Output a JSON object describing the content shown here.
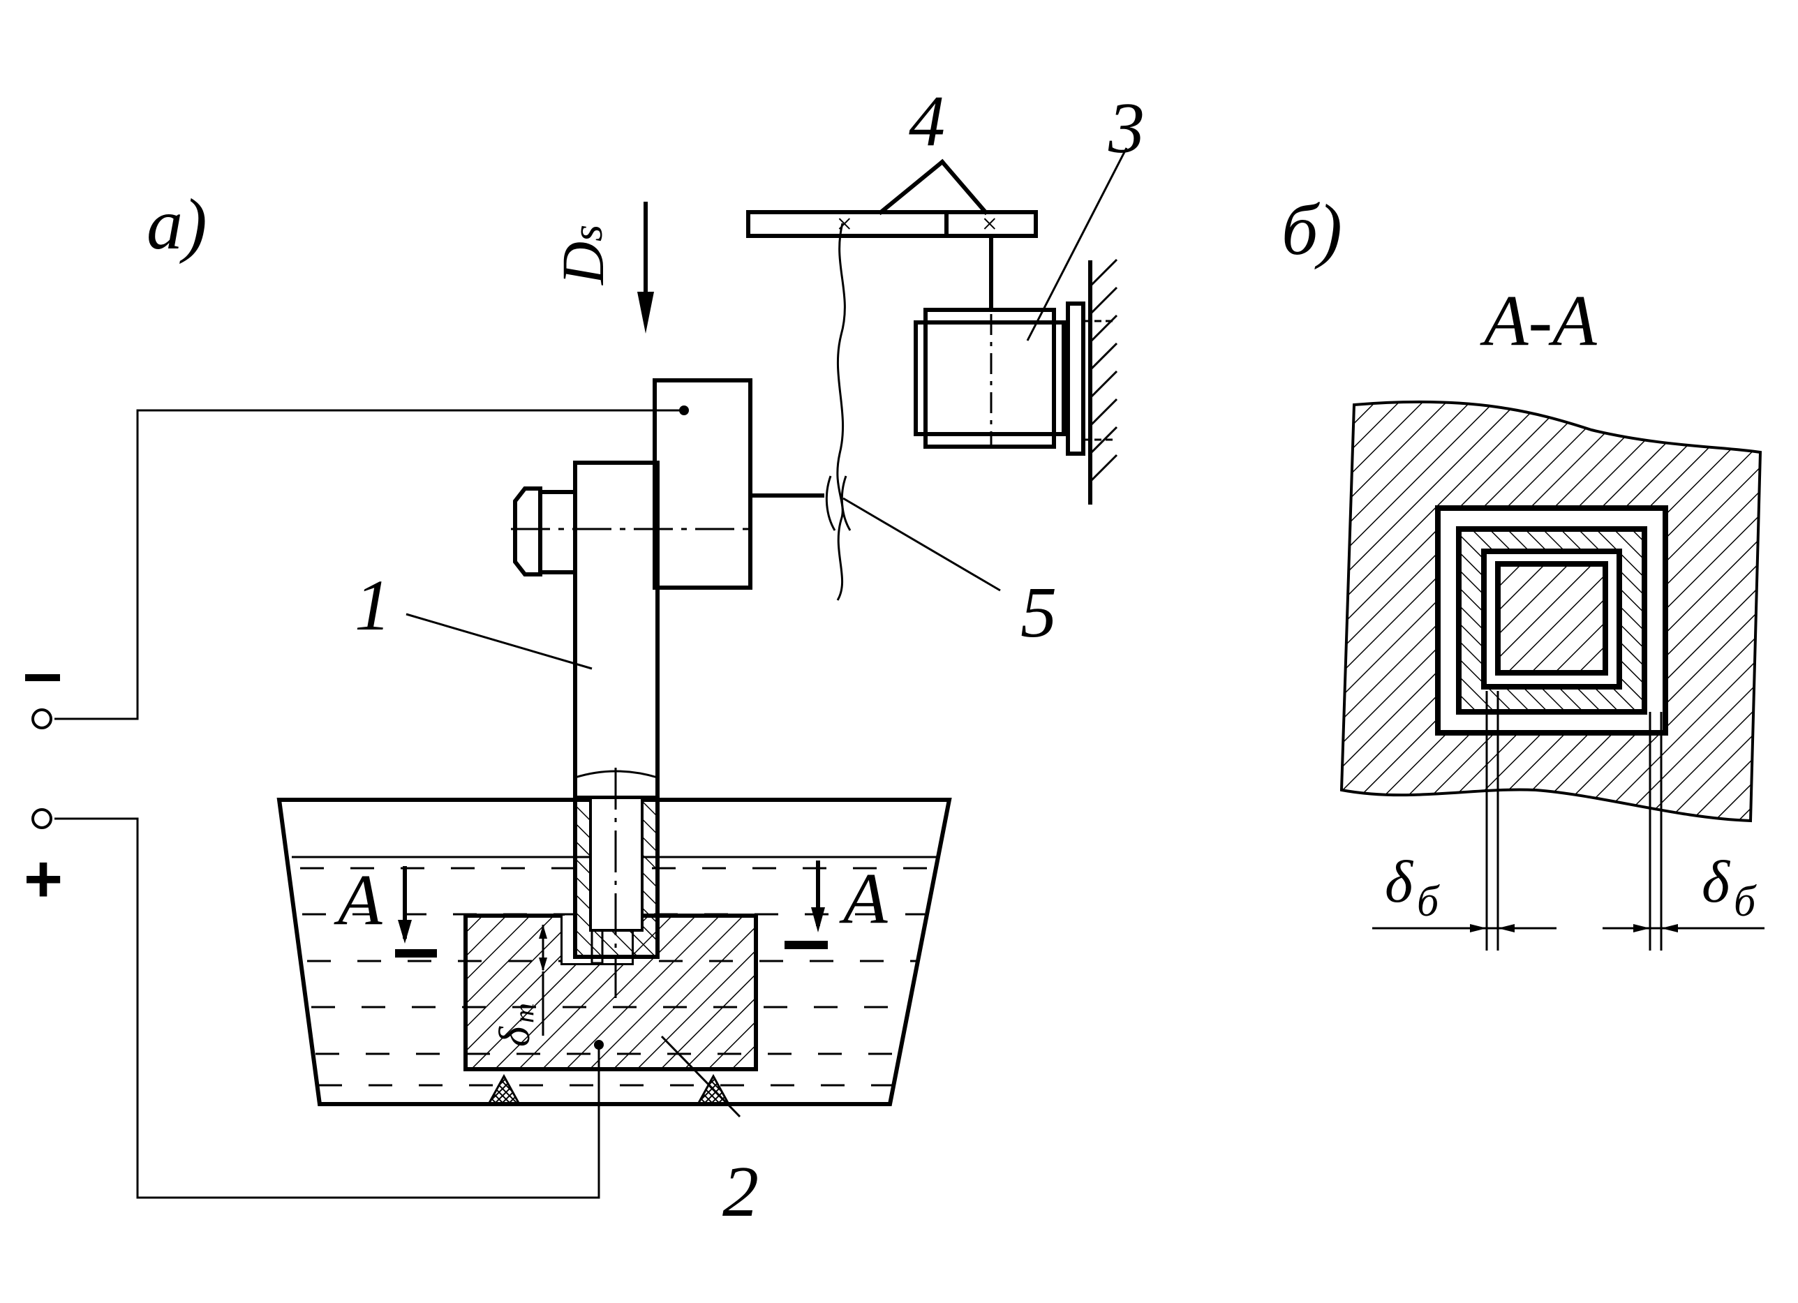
{
  "labels": {
    "view_a": "а)",
    "view_b": "б)",
    "section_title": "А-А",
    "section_a_left": "А",
    "section_a_right": "А",
    "feed_symbol": "D",
    "feed_subscript": "s",
    "minus": "−",
    "plus": "+",
    "gap_t": "δ",
    "gap_t_sub": "т",
    "gap_b_left": "δ",
    "gap_b_left_sub": "б",
    "gap_b_right": "δ",
    "gap_b_right_sub": "б"
  },
  "callouts": [
    "1",
    "2",
    "3",
    "4",
    "5"
  ]
}
